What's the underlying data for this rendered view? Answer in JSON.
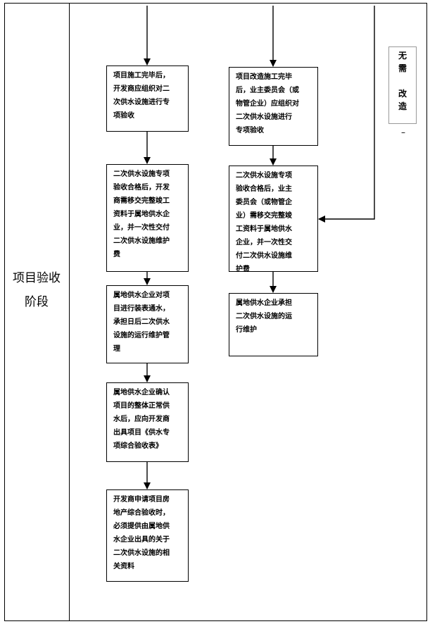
{
  "stage_label": "项目验收\n阶段",
  "left_column": [
    "项目施工完毕后，\n开发商应组织对二\n次供水设施进行专\n项验收",
    "二次供水设施专项\n验收合格后，开发\n商需移交完整竣工\n资料于属地供水企\n业，并一次性交付\n二次供水设施维护\n费",
    "属地供水企业对项\n目进行装表通水，\n承担日后二次供水\n设施的运行维护管\n理",
    "属地供水企业确认\n项目的整体正常供\n水后，应向开发商\n出具项目《供水专\n项综合验收表》",
    "开发商申请项目房\n地产综合验收时，\n必须提供由属地供\n水企业出具的关于\n二次供水设施的相\n关资料"
  ],
  "right_column": [
    "项目改造施工完毕\n后，业主委员会（或\n物管企业）应组织对\n二次供水设施进行\n专项验收",
    "二次供水设施专项\n验收合格后，业主\n委员会（或物管企\n业）需移交完整竣\n工资料于属地供水\n企业，并一次性交\n付二次供水设施维\n护费",
    "属地供水企业承担\n二次供水设施的运\n行维护"
  ],
  "side_note": "无\n需\n\n改\n造",
  "side_dash": "–"
}
